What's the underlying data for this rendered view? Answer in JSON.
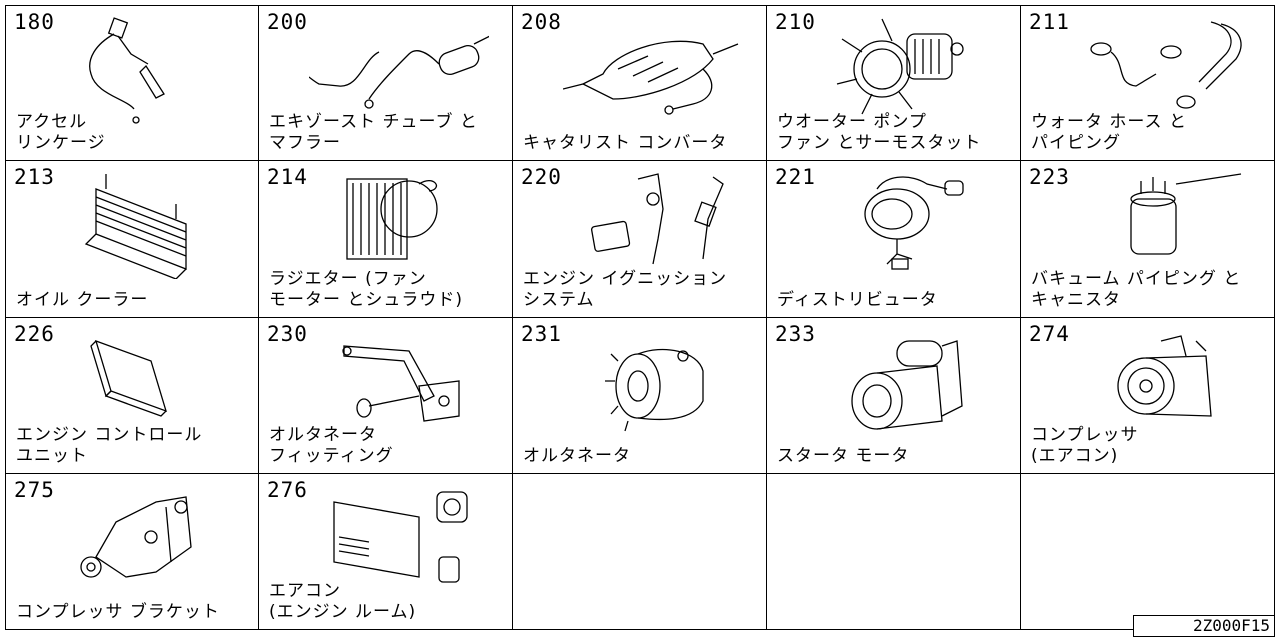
{
  "cells": [
    {
      "code": "180",
      "lines": [
        "アクセル",
        "リンケージ"
      ]
    },
    {
      "code": "200",
      "lines": [
        "エキゾースト チューブ と",
        "マフラー"
      ]
    },
    {
      "code": "208",
      "lines": [
        "キャタリスト コンバータ"
      ]
    },
    {
      "code": "210",
      "lines": [
        "ウオーター ポンプ",
        "ファン とサーモスタット"
      ]
    },
    {
      "code": "211",
      "lines": [
        "ウォータ ホース と",
        "パイピング"
      ]
    },
    {
      "code": "213",
      "lines": [
        "オイル クーラー"
      ]
    },
    {
      "code": "214",
      "lines": [
        "ラジエター (ファン",
        "モーター とシュラウド)"
      ]
    },
    {
      "code": "220",
      "lines": [
        "エンジン イグニッション",
        "システム"
      ]
    },
    {
      "code": "221",
      "lines": [
        "ディストリビュータ"
      ]
    },
    {
      "code": "223",
      "lines": [
        "バキューム パイピング と",
        "キャニスタ"
      ]
    },
    {
      "code": "226",
      "lines": [
        "エンジン コントロール",
        "ユニット"
      ]
    },
    {
      "code": "230",
      "lines": [
        "オルタネータ",
        "フィッティング"
      ]
    },
    {
      "code": "231",
      "lines": [
        "オルタネータ"
      ]
    },
    {
      "code": "233",
      "lines": [
        "スタータ モータ"
      ]
    },
    {
      "code": "274",
      "lines": [
        "コンプレッサ",
        "(エアコン)"
      ]
    },
    {
      "code": "275",
      "lines": [
        "コンプレッサ ブラケット"
      ]
    },
    {
      "code": "276",
      "lines": [
        "エアコン",
        "(エンジン ルーム)"
      ]
    }
  ],
  "footer": {
    "reference_code": "2Z000F15"
  }
}
